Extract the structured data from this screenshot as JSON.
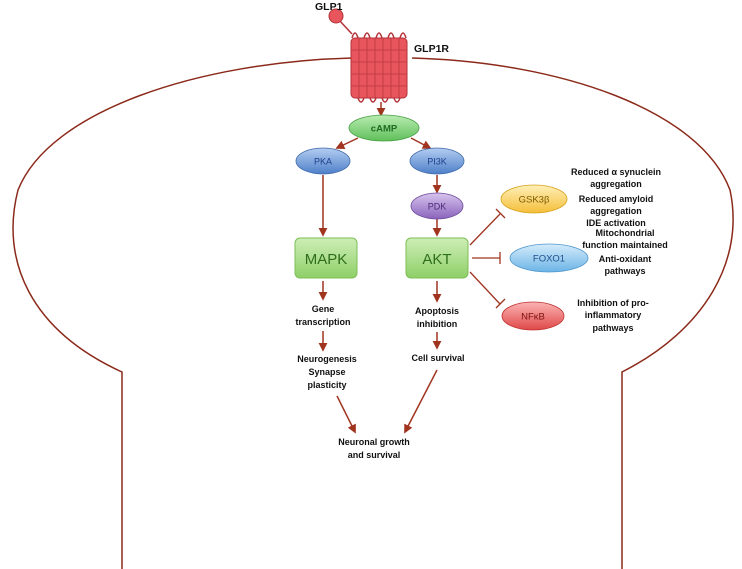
{
  "ligand": {
    "label": "GLP1",
    "color": "#e8555d"
  },
  "receptor": {
    "label": "GLP1R",
    "color": "#e8555d",
    "dark": "#b23238"
  },
  "nodes": {
    "camp": {
      "label": "cAMP",
      "fill": "#7fd07a",
      "text": "#1f6b24"
    },
    "pka": {
      "label": "PKA",
      "fill": "#6f9bd9",
      "text": "#1d3f8a"
    },
    "pi3k": {
      "label": "PI3K",
      "fill": "#6f9bd9",
      "text": "#1d3f8a"
    },
    "pdk": {
      "label": "PDK",
      "fill": "#a885cf",
      "text": "#4a2a78"
    },
    "mapk": {
      "label": "MAPK",
      "fill": "#a7dc86",
      "text": "#2f6e1c"
    },
    "akt": {
      "label": "AKT",
      "fill": "#a7dc86",
      "text": "#2f6e1c"
    },
    "gsk3b": {
      "label": "GSK3β",
      "fill": "#f9d26f",
      "text": "#7a5a00"
    },
    "foxo1": {
      "label": "FOXO1",
      "fill": "#8ec8ee",
      "text": "#1d4f8a"
    },
    "nfkb": {
      "label": "NFκB",
      "fill": "#ef6b6b",
      "text": "#7a1313"
    }
  },
  "labels": {
    "gene": [
      "Gene",
      "transcription"
    ],
    "neuro": [
      "Neurogenesis",
      "Synapse",
      "plasticity"
    ],
    "apoptosis": [
      "Apoptosis",
      "inhibition"
    ],
    "cell_survival": [
      "Cell survival"
    ],
    "neuronal": [
      "Neuronal growth",
      "and survival"
    ],
    "gsk_effects": [
      "Reduced α synuclein",
      "aggregation",
      "Reduced amyloid",
      "aggregation",
      "IDE activation"
    ],
    "foxo_effects": [
      "Mitochondrial",
      "function maintained",
      "Anti-oxidant",
      "pathways"
    ],
    "nfkb_effects": [
      "Inhibition of pro-",
      "inflammatory",
      "pathways"
    ]
  },
  "colors": {
    "arrow": "#a0341f",
    "membrane": "#8b2a1a"
  }
}
